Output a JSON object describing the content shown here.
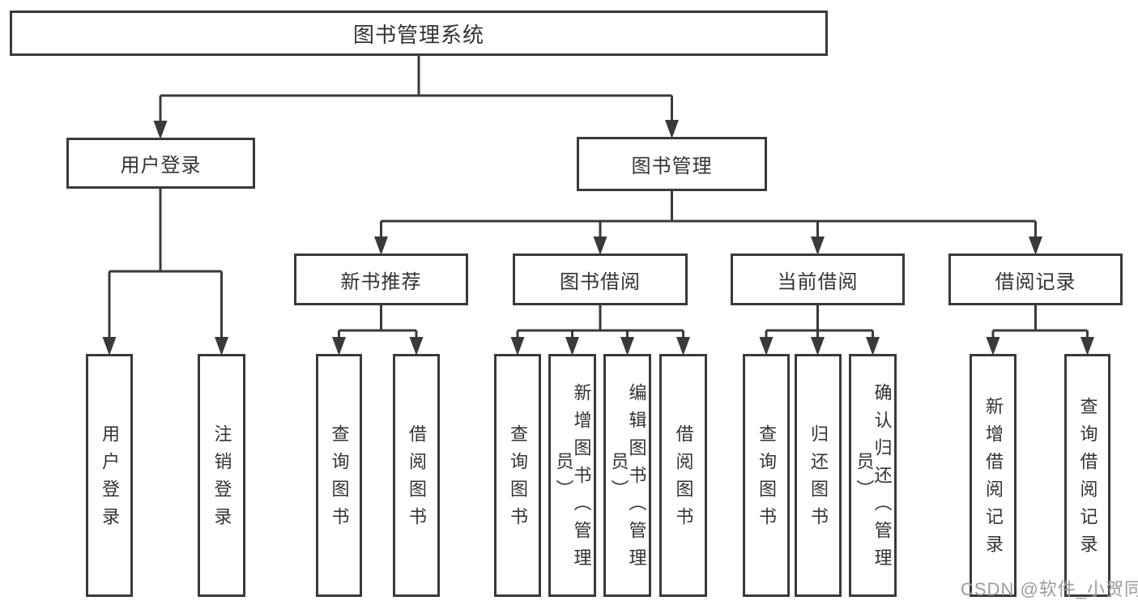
{
  "colors": {
    "line": "#3a3a3a",
    "box_border": "#3a3a3a",
    "text": "#333333",
    "watermark": "#9c9c9c",
    "background": "#ffffff"
  },
  "diagram": {
    "root": {
      "label": "图书管理系统"
    },
    "branches": [
      {
        "label": "用户登录",
        "children": [
          {
            "label": "用户登录"
          },
          {
            "label": "注销登录"
          }
        ]
      },
      {
        "label": "图书管理",
        "children": [
          {
            "label": "新书推荐",
            "children": [
              {
                "label": "查询图书"
              },
              {
                "label": "借阅图书"
              }
            ]
          },
          {
            "label": "图书借阅",
            "children": [
              {
                "label": "查询图书"
              },
              {
                "label": "新增图书（管理员）"
              },
              {
                "label": "编辑图书（管理员）"
              },
              {
                "label": "借阅图书"
              }
            ]
          },
          {
            "label": "当前借阅",
            "children": [
              {
                "label": "查询图书"
              },
              {
                "label": "归还图书"
              },
              {
                "label": "确认归还（管理员）"
              }
            ]
          },
          {
            "label": "借阅记录",
            "children": [
              {
                "label": "新增借阅记录"
              },
              {
                "label": "查询借阅记录"
              }
            ]
          }
        ]
      }
    ],
    "watermark": "CSDN @软件_小贺同学"
  }
}
